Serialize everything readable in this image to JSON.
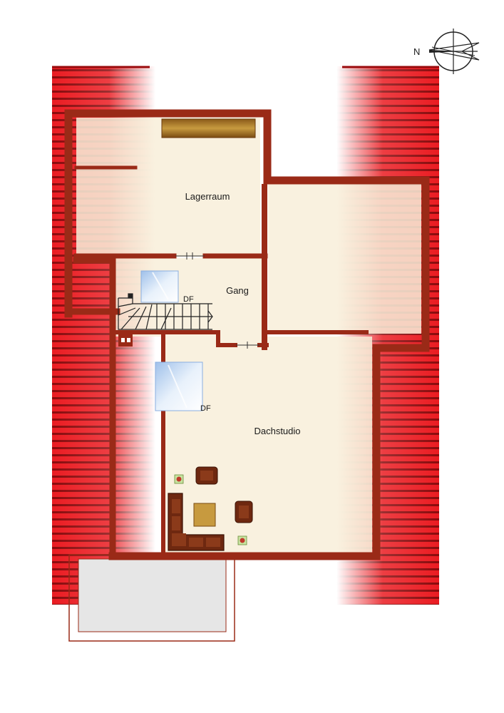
{
  "compass": {
    "north_label": "N"
  },
  "rooms": {
    "storage": "Lagerraum",
    "hall": "Gang",
    "studio": "Dachstudio"
  },
  "skylights": {
    "hall_skylight": "DF",
    "studio_skylight": "DF"
  },
  "colors": {
    "roof_red": "#e0151b",
    "roof_stripe": "#8a0a0c",
    "wall": "#9a2a17",
    "floor": "#f8efd9",
    "glass": "#bcd6f2",
    "balcony": "#e6e6e6",
    "furniture": "#6e2810"
  }
}
